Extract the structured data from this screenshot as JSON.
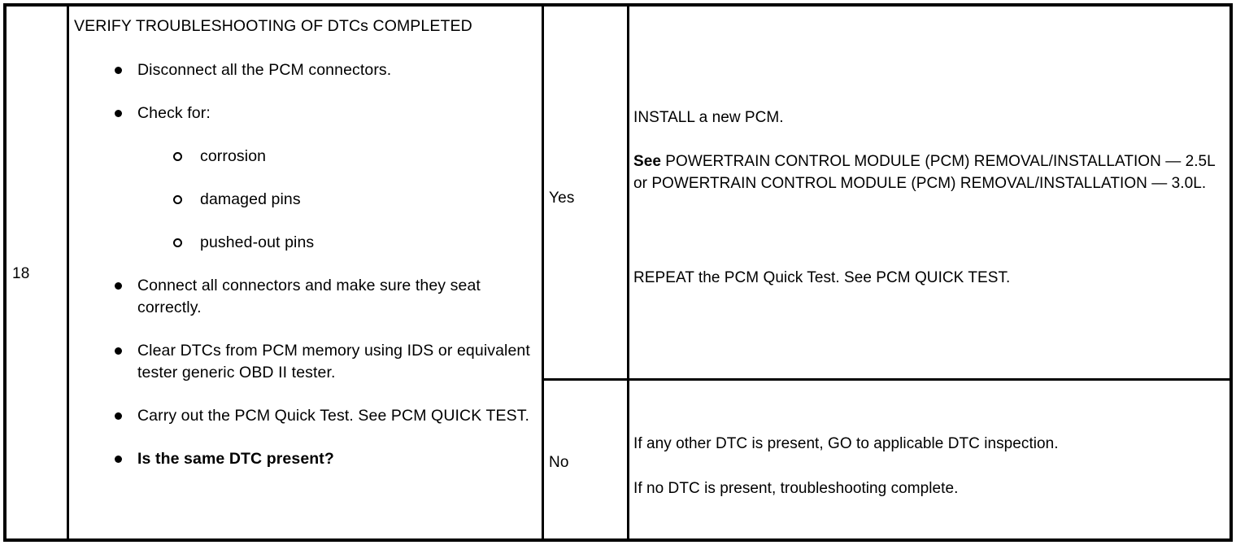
{
  "table": {
    "step_number": "18",
    "action_cell": {
      "title": "VERIFY TROUBLESHOOTING OF DTCs COMPLETED",
      "bullets": [
        {
          "level": 1,
          "text": "Disconnect all the PCM connectors.",
          "bold": false
        },
        {
          "level": 1,
          "text": "Check for:",
          "bold": false
        },
        {
          "level": 2,
          "text": "corrosion",
          "bold": false
        },
        {
          "level": 2,
          "text": "damaged pins",
          "bold": false
        },
        {
          "level": 2,
          "text": "pushed-out pins",
          "bold": false
        },
        {
          "level": 1,
          "text": "Connect all connectors and make sure they seat correctly.",
          "bold": false
        },
        {
          "level": 1,
          "text": "Clear DTCs from PCM memory using IDS or equivalent tester generic OBD II tester.",
          "bold": false
        },
        {
          "level": 1,
          "text": "Carry out the PCM Quick Test. See PCM QUICK TEST.",
          "bold": false
        },
        {
          "level": 1,
          "text": "Is the same DTC present?",
          "bold": true
        }
      ]
    },
    "rows": [
      {
        "answer": "Yes",
        "paragraphs": [
          {
            "id": "install",
            "prefix_bold": "",
            "text": "INSTALL a new PCM."
          },
          {
            "id": "see",
            "prefix_bold": "See ",
            "text": "POWERTRAIN CONTROL MODULE (PCM) REMOVAL/INSTALLATION — 2.5L or POWERTRAIN CONTROL MODULE (PCM) REMOVAL/INSTALLATION — 3.0L."
          },
          {
            "id": "repeat",
            "prefix_bold": "",
            "text": "REPEAT the PCM Quick Test. See PCM QUICK TEST."
          }
        ]
      },
      {
        "answer": "No",
        "paragraphs": [
          {
            "id": "other",
            "prefix_bold": "",
            "text": "If any other DTC is present, GO to applicable DTC inspection."
          },
          {
            "id": "nodtc",
            "prefix_bold": "",
            "text": "If no DTC is present, troubleshooting complete."
          }
        ]
      }
    ]
  },
  "colors": {
    "border": "#000000",
    "text": "#000000",
    "background": "#ffffff"
  }
}
